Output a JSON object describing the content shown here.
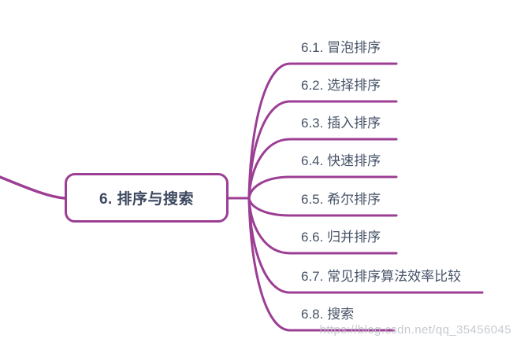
{
  "diagram": {
    "root": {
      "label": "6. 排序与搜索"
    },
    "branches": [
      {
        "id": "6.1",
        "label": "6.1. 冒泡排序"
      },
      {
        "id": "6.2",
        "label": "6.2. 选择排序"
      },
      {
        "id": "6.3",
        "label": "6.3. 插入排序"
      },
      {
        "id": "6.4",
        "label": "6.4. 快速排序"
      },
      {
        "id": "6.5",
        "label": "6.5. 希尔排序"
      },
      {
        "id": "6.6",
        "label": "6.6. 归并排序"
      },
      {
        "id": "6.7",
        "label": "6.7. 常见排序算法效率比较"
      },
      {
        "id": "6.8",
        "label": "6.8. 搜索"
      }
    ],
    "watermark": "https://blog.csdn.net/qq_35456045",
    "colors": {
      "line": "#9c3f94",
      "node_border": "#9c3f94",
      "root_text": "#3c4860",
      "branch_text": "#475368",
      "watermark_text": "#b9bec6"
    }
  }
}
